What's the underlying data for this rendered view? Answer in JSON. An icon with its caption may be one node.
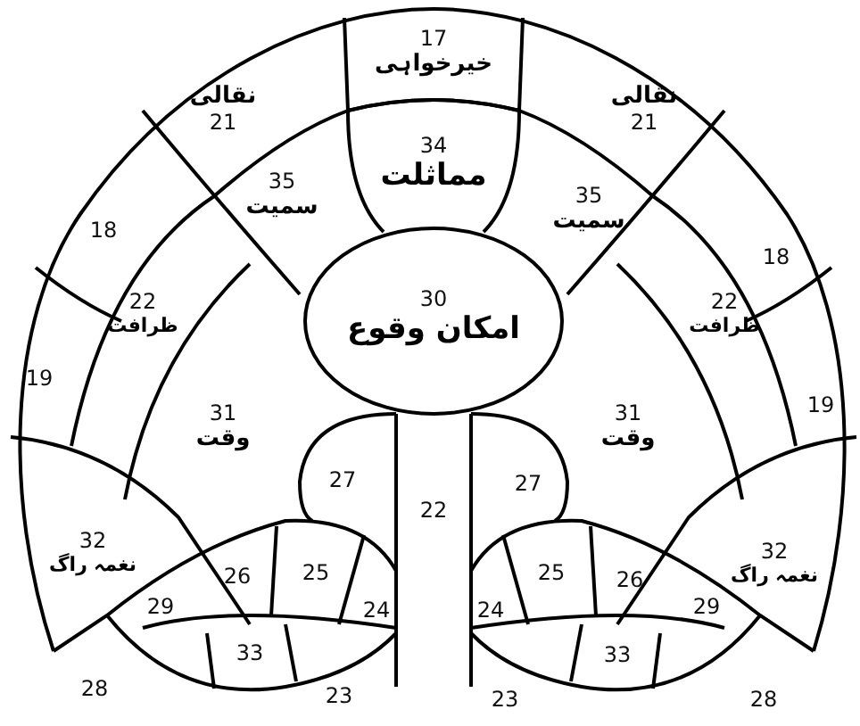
{
  "diagram": {
    "nodes": [
      {
        "text": [
          "17",
          "خیرخواہی"
        ]
      },
      {
        "text": [
          "نقالی",
          "21"
        ]
      },
      {
        "text": [
          "نقالی",
          "21"
        ]
      },
      {
        "text": [
          "34",
          "مماثلت"
        ]
      },
      {
        "text": [
          "35",
          "سمیت"
        ]
      },
      {
        "text": [
          "35",
          "سمیت"
        ]
      },
      {
        "text": [
          "18"
        ]
      },
      {
        "text": [
          "18"
        ]
      },
      {
        "text": [
          "22",
          "ظرافت"
        ]
      },
      {
        "text": [
          "22",
          "ظرافت"
        ]
      },
      {
        "text": [
          "30",
          "امکان وقوع"
        ]
      },
      {
        "text": [
          "19"
        ]
      },
      {
        "text": [
          "19"
        ]
      },
      {
        "text": [
          "31",
          "وقت"
        ]
      },
      {
        "text": [
          "31",
          "وقت"
        ]
      },
      {
        "text": [
          "27"
        ]
      },
      {
        "text": [
          "27"
        ]
      },
      {
        "text": [
          "22"
        ]
      },
      {
        "text": [
          "32",
          "نغمہ راگ"
        ]
      },
      {
        "text": [
          "32",
          "نغمہ راگ"
        ]
      },
      {
        "text": [
          "29"
        ]
      },
      {
        "text": [
          "26"
        ]
      },
      {
        "text": [
          "25"
        ]
      },
      {
        "text": [
          "24"
        ]
      },
      {
        "text": [
          "33"
        ]
      },
      {
        "text": [
          "24"
        ]
      },
      {
        "text": [
          "25"
        ]
      },
      {
        "text": [
          "26"
        ]
      },
      {
        "text": [
          "29"
        ]
      },
      {
        "text": [
          "33"
        ]
      }
    ],
    "labels": [
      "28",
      "23",
      "23",
      "28"
    ]
  }
}
